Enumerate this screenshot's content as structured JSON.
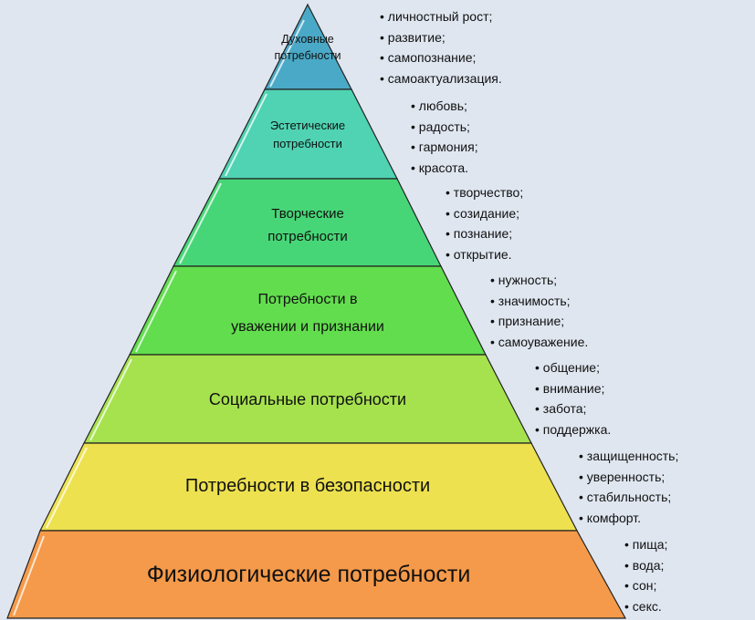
{
  "levels": [
    {
      "name": "Духовные потребности",
      "lines": [
        "Духовные",
        "потребности"
      ],
      "color": "#4aa9c6",
      "items": [
        "личностный рост;",
        "развитие;",
        "самопознание;",
        "самоактуализация."
      ]
    },
    {
      "name": "Эстетические потребности",
      "lines": [
        "Эстетические",
        "потребности"
      ],
      "color": "#4fd3b3",
      "items": [
        "любовь;",
        "радость;",
        "гармония;",
        "красота."
      ]
    },
    {
      "name": "Творческие потребности",
      "lines": [
        "Творческие",
        "потребности"
      ],
      "color": "#47d677",
      "items": [
        "творчество;",
        "созидание;",
        "познание;",
        "открытие."
      ]
    },
    {
      "name": "Потребности в уважении и признании",
      "lines": [
        "Потребности в",
        "уважении и признании"
      ],
      "color": "#62dd4e",
      "items": [
        "нужность;",
        "значимость;",
        "признание;",
        "самоуважение."
      ]
    },
    {
      "name": "Социальные потребности",
      "lines": [
        "Социальные потребности"
      ],
      "color": "#a6e24e",
      "items": [
        "общение;",
        "внимание;",
        "забота;",
        "поддержка."
      ]
    },
    {
      "name": "Потребности в безопасности",
      "lines": [
        "Потребности в безопасности"
      ],
      "color": "#ede150",
      "items": [
        "защищенность;",
        "уверенность;",
        "стабильность;",
        "комфорт."
      ]
    },
    {
      "name": "Физиологические потребности",
      "lines": [
        "Физиологические потребности"
      ],
      "color": "#f59a4a",
      "items": [
        "пища;",
        "вода;",
        "сон;",
        "секс."
      ]
    }
  ],
  "background": "#dfe6f0"
}
